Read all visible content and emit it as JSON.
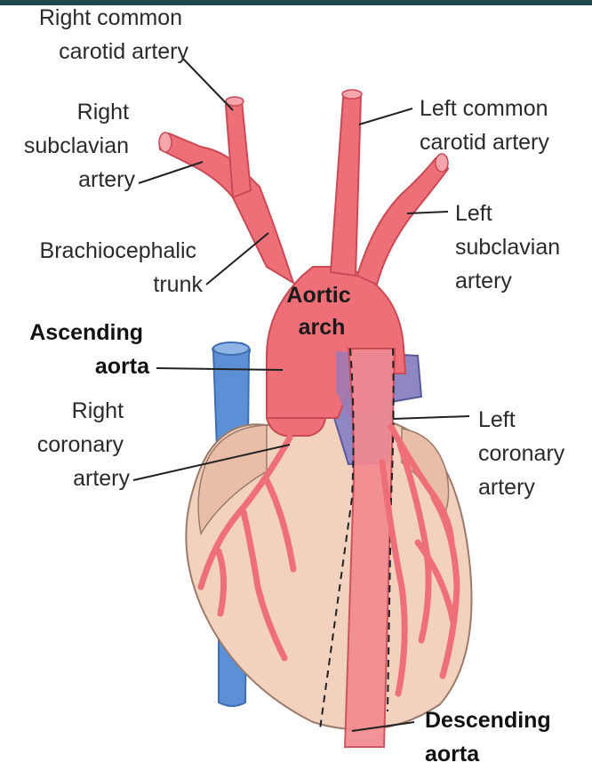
{
  "labels": {
    "right_common_carotid": [
      "Right common",
      "carotid artery"
    ],
    "right_subclavian": [
      "Right",
      "subclavian",
      "artery"
    ],
    "brachiocephalic": [
      "Brachiocephalic",
      "trunk"
    ],
    "ascending_aorta": [
      "Ascending",
      "aorta"
    ],
    "right_coronary": [
      "Right",
      "coronary",
      "artery"
    ],
    "left_common_carotid": [
      "Left common",
      "carotid artery"
    ],
    "left_subclavian": [
      "Left",
      "subclavian",
      "artery"
    ],
    "aortic_arch": [
      "Aortic",
      "arch"
    ],
    "left_coronary": [
      "Left",
      "coronary",
      "artery"
    ],
    "descending_aorta": [
      "Descending",
      "aorta"
    ]
  },
  "colors": {
    "artery": "#ef6f78",
    "artery_stroke": "#c94a55",
    "vein": "#5b8fd6",
    "heart": "#f2d1bf",
    "heart_shade": "#e3b4a2",
    "overlap": "#9c7bb6",
    "header_bar": "#1f4a50"
  }
}
